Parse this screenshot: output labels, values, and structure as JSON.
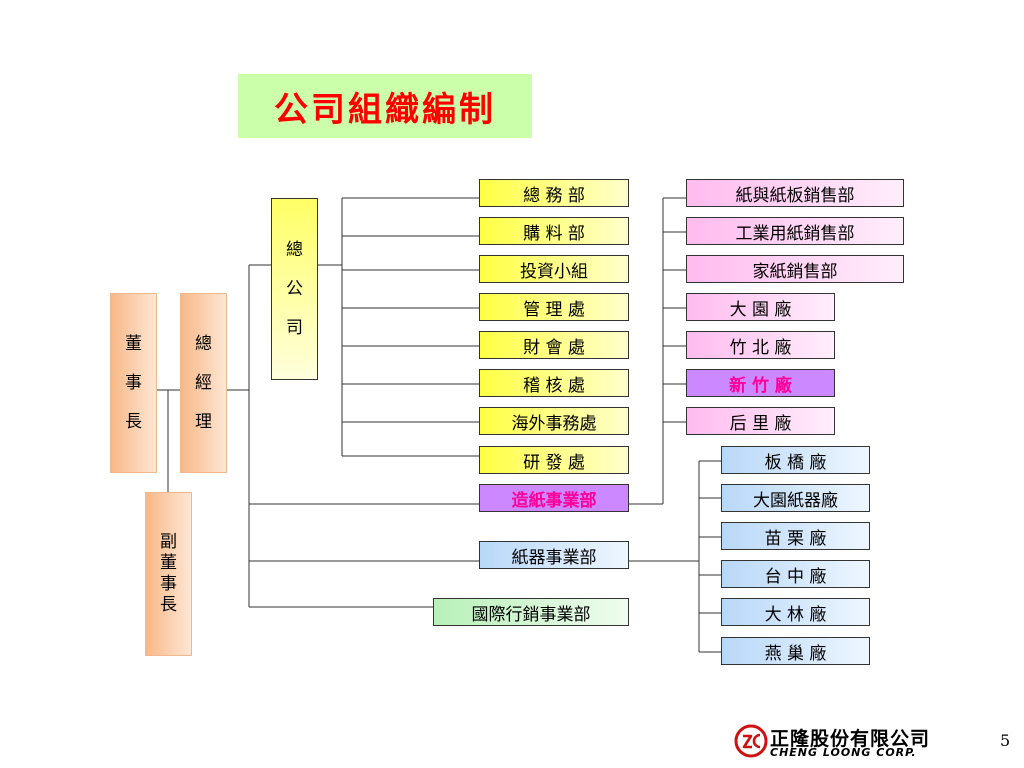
{
  "title": "公司組織編制",
  "left_column": {
    "chairman": [
      "董",
      "事",
      "長"
    ],
    "general_manager": [
      "總",
      "經",
      "理"
    ],
    "vice_chairman": [
      "副",
      "董",
      "事",
      "長"
    ],
    "head_office": [
      "總",
      "公",
      "司"
    ]
  },
  "head_office_departments": [
    "總 務 部",
    "購 料 部",
    "投資小組",
    "管 理 處",
    "財 會 處",
    "稽 核 處",
    "海外事務處",
    "研 發 處"
  ],
  "business_units": {
    "paper": "造紙事業部",
    "container": "紙器事業部",
    "international": "國際行銷事業部"
  },
  "paper_sales": [
    "紙與紙板銷售部",
    "工業用紙銷售部",
    "家紙銷售部"
  ],
  "paper_mills": [
    "大 園 廠",
    "竹 北 廠",
    "新 竹 廠",
    "后 里 廠"
  ],
  "container_mills": [
    "板 橋 廠",
    "大園紙器廠",
    "苗 栗 廠",
    "台 中 廠",
    "大 林 廠",
    "燕 巢 廠"
  ],
  "logo": {
    "zh": "正隆股份有限公司",
    "en": "CHENG LOONG CORP."
  },
  "page_number": "5"
}
